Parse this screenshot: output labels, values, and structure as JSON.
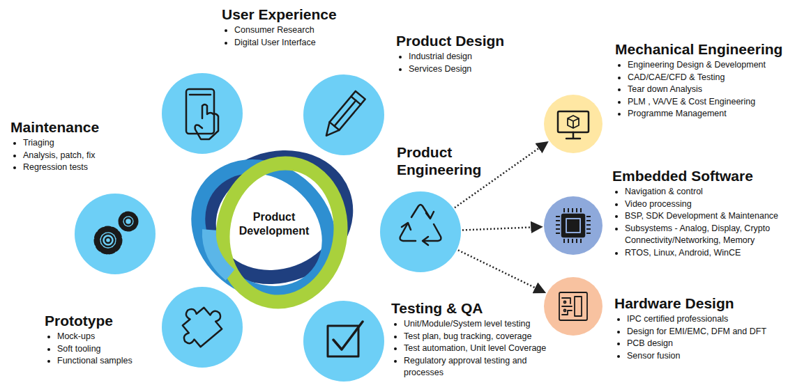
{
  "diagram": {
    "nodes": [
      {
        "text": [
          "User Experience",
          "Consumer Research",
          "Digital User Interface"
        ]
      },
      {
        "text": [
          "Product Design",
          "Industrial design",
          "Services Design"
        ]
      },
      {
        "text": [
          "Maintenance",
          "Triaging",
          "Analysis, patch, fix",
          "Regression tests"
        ]
      },
      {
        "text": [
          "Product Development"
        ]
      },
      {
        "text": [
          "Product Engineering"
        ]
      },
      {
        "text": [
          "Mechanical Engineering",
          "Engineering Design & Development",
          "CAD/CAE/CFD & Testing",
          "Tear down Analysis",
          "PLM , VA/VE & Cost Engineering",
          "Programme Management"
        ]
      },
      {
        "text": [
          "Embedded Software",
          "Navigation & control",
          "Video processing",
          "BSP, SDK Development & Maintenance",
          "Subsystems - Analog, Display, Crypto Connectivity/Networking, Memory",
          "RTOS, Linux, Android, WinCE"
        ]
      },
      {
        "text": [
          "Hardware Design",
          "IPC certified professionals",
          "Design for EMI/EMC, DFM and DFT",
          "PCB design",
          "Sensor fusion"
        ]
      },
      {
        "text": [
          "Prototype",
          "Mock-ups",
          "Soft tooling",
          "Functional samples"
        ]
      },
      {
        "text": [
          "Testing & QA",
          "Unit/Module/System level testing",
          "Test plan, bug tracking, coverage",
          "Test automation, Unit level Coverage",
          "Regulatory approval testing and processes"
        ]
      }
    ],
    "edges": [
      {
        "from": 4,
        "to": 5,
        "arrow": "to"
      },
      {
        "from": 4,
        "to": 6,
        "arrow": "to"
      },
      {
        "from": 4,
        "to": 7,
        "arrow": "to"
      }
    ]
  }
}
